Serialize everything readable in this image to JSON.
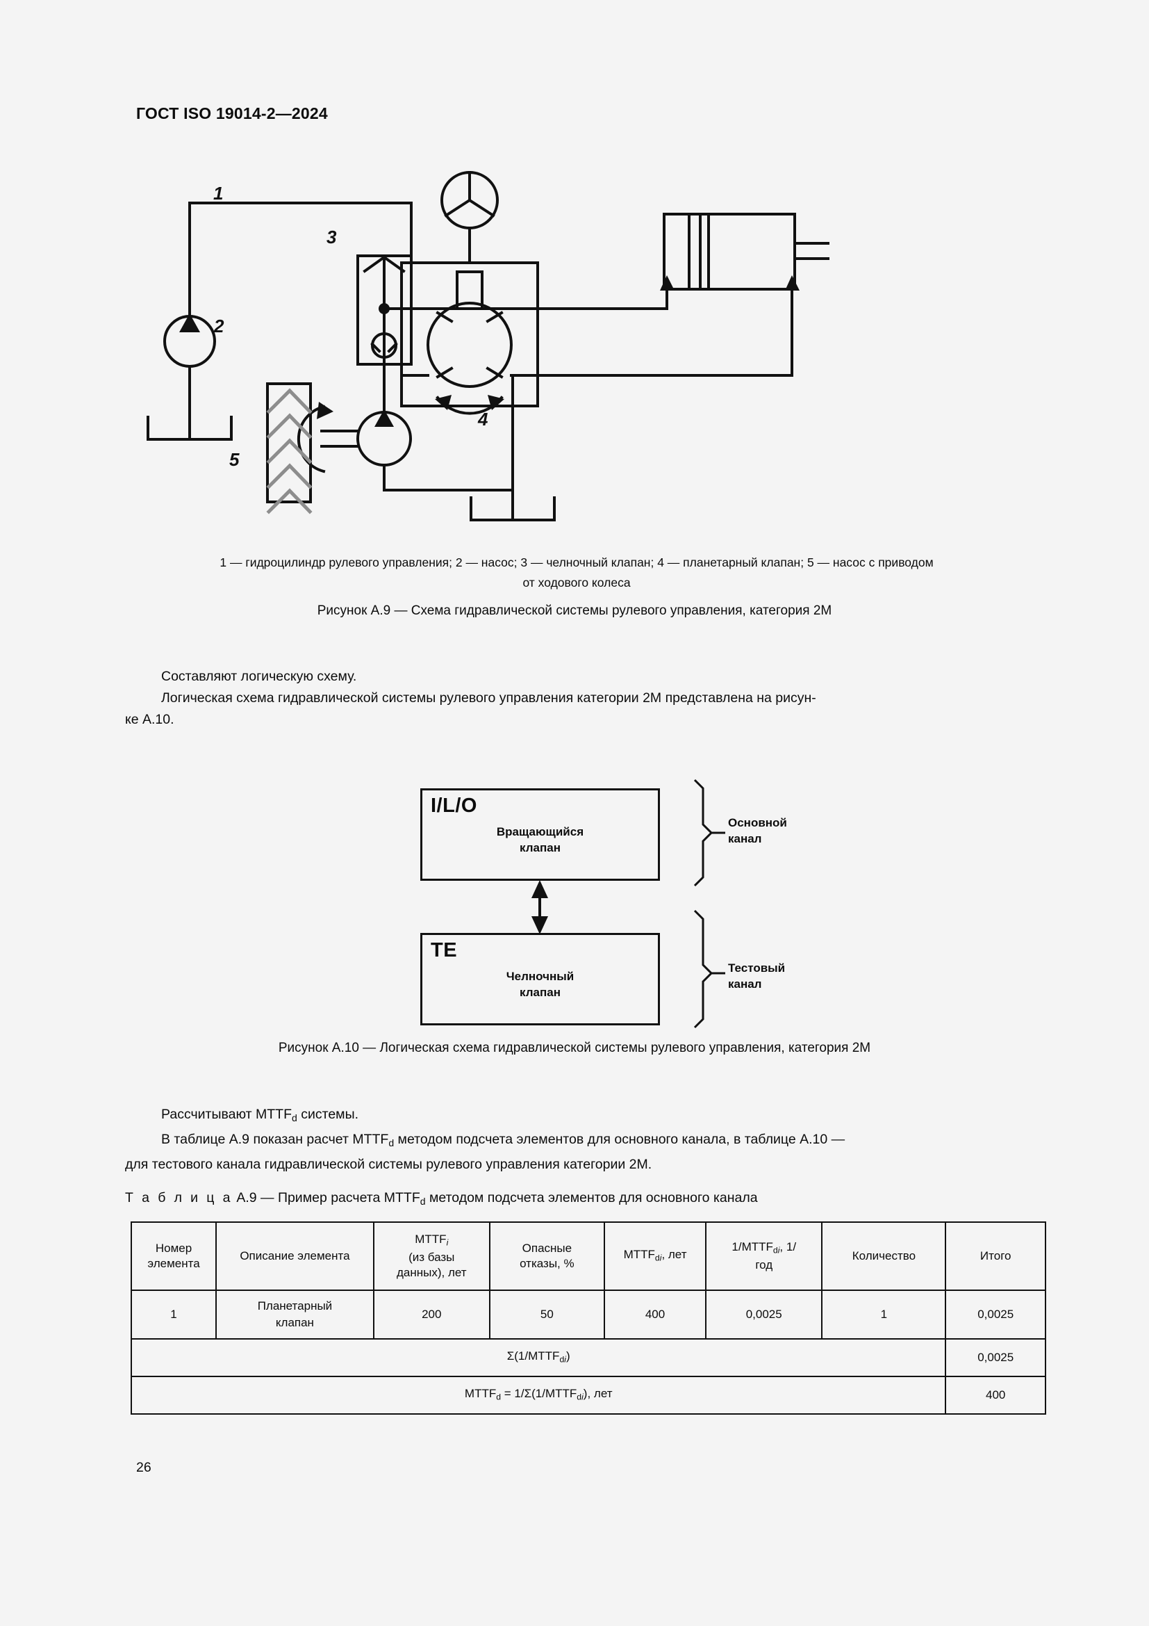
{
  "header": {
    "standard_id": "ГОСТ ISO 19014-2—2024"
  },
  "page_number": "26",
  "figure_a9": {
    "callouts": {
      "c1": "1",
      "c2": "2",
      "c3": "3",
      "c4": "4",
      "c5": "5"
    },
    "legend_line1": "1 — гидроцилиндр рулевого управления; 2 — насос; 3 — челночный клапан; 4 — планетарный клапан; 5 — насос с приводом",
    "legend_line2": "от  ходового колеса",
    "caption": "Рисунок А.9 — Схема гидравлической системы рулевого управления, категория 2М"
  },
  "body": {
    "p1": "Составляют логическую схему.",
    "p2_a": "Логическая схема гидравлической системы рулевого управления категории 2М представлена на рисун-",
    "p2_b": "ке  А.10.",
    "p3_a": "Рассчитывают MTTF",
    "p3_sub": "d",
    "p3_b": " системы.",
    "p4_a": "В таблице А.9 показан расчет MTTF",
    "p4_sub": "d",
    "p4_b": " методом подсчета элементов для основного канала, в таблице А.10 —",
    "p4_c": "для тестового канала гидравлической системы рулевого управления категории 2М."
  },
  "figure_a10": {
    "main_box": {
      "tag": "I/L/O",
      "label_line1": "Вращающийся",
      "label_line2": "клапан"
    },
    "test_box": {
      "tag": "TE",
      "label_line1": "Челночный",
      "label_line2": "клапан"
    },
    "channel_main_line1": "Основной",
    "channel_main_line2": "канал",
    "channel_test_line1": "Тестовый",
    "channel_test_line2": "канал",
    "caption": "Рисунок А.10 — Логическая схема гидравлической системы рулевого управления, категория 2М"
  },
  "table_a9": {
    "caption_prefix": "Т а б л и ц а",
    "caption_body": "  А.9 — Пример расчета MTTF",
    "caption_sub": "d",
    "caption_suffix": " методом подсчета элементов для основного канала",
    "headers": {
      "h1_l1": "Номер",
      "h1_l2": "элемента",
      "h2": "Описание элемента",
      "h3_l1": "MTTF",
      "h3_sub": "i",
      "h3_l2": "(из базы",
      "h3_l3": "данных), лет",
      "h4_l1": "Опасные",
      "h4_l2": "отказы, %",
      "h5_a": "MTTF",
      "h5_sub": "di",
      "h5_b": ", лет",
      "h6_a": "1/MTTF",
      "h6_sub": "di",
      "h6_b": ", 1/",
      "h6_l2": "год",
      "h7": "Количество",
      "h8": "Итого"
    },
    "rows": [
      {
        "number": "1",
        "description_line1": "Планетарный",
        "description_line2": "клапан",
        "mttf_i": "200",
        "dangerous_failures_pct": "50",
        "mttf_di": "400",
        "inv_mttf_di": "0,0025",
        "quantity": "1",
        "total": "0,0025"
      }
    ],
    "summary": {
      "sum_label_a": "Σ(1/MTTF",
      "sum_label_sub": "di",
      "sum_label_b": ")",
      "sum_value": "0,0025",
      "mttfd_label_a": "MTTF",
      "mttfd_label_sub1": "d",
      "mttfd_label_b": " = 1/Σ(1/MTTF",
      "mttfd_label_sub2": "di",
      "mttfd_label_c": "), лет",
      "mttfd_value": "400"
    }
  }
}
